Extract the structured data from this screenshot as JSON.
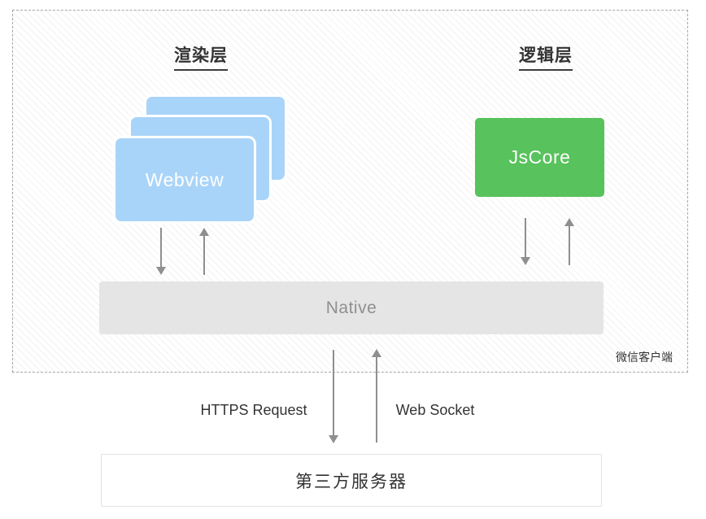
{
  "client_container": {
    "label": "微信客户端"
  },
  "render_layer": {
    "title": "渲染层",
    "box_label": "Webview"
  },
  "logic_layer": {
    "title": "逻辑层",
    "box_label": "JsCore"
  },
  "native_bar": {
    "label": "Native"
  },
  "connections": {
    "https_label": "HTTPS Request",
    "websocket_label": "Web Socket"
  },
  "server_box": {
    "label": "第三方服务器"
  },
  "colors": {
    "webview_blue": "#a9d4f9",
    "jscore_green": "#58c25c",
    "native_gray": "#e5e5e5",
    "arrow_gray": "#8f8f8f",
    "title_text": "#333333",
    "native_text": "#8f8f8f"
  }
}
